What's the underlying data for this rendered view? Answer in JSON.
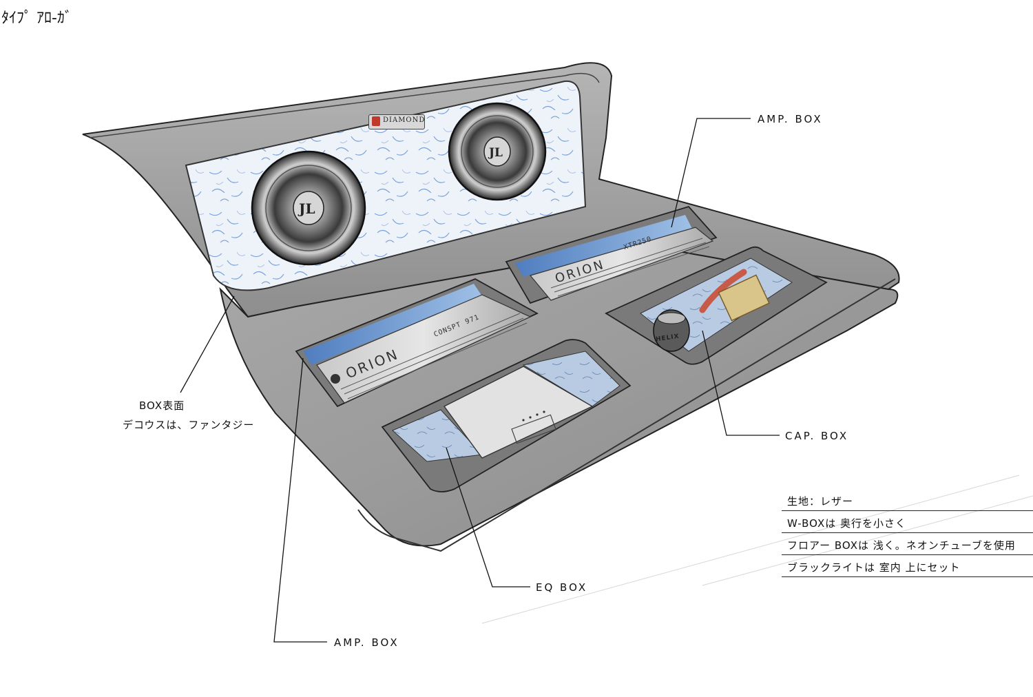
{
  "corner_note": "ﾀｲﾌﾟ ｱﾛ-ｶﾞ",
  "labels": {
    "amp_box_top": "AMP. BOX",
    "box_surface_line1": "BOX表面",
    "box_surface_line2": "デコウスは、ファンタジー",
    "cap_box": "CAP. BOX",
    "eq_box": "EQ BOX",
    "amp_box_bottom": "AMP. BOX"
  },
  "notes": [
    "生地：レザー",
    "W-BOXは 奥行を小さく",
    "フロアー BOXは 浅く。ネオンチューブを使用",
    "ブラックライトは 室内 上にセット"
  ],
  "brands": {
    "badge": "DIAMOND",
    "amp_top_brand": "ORION",
    "amp_top_model": "XTR250",
    "amp_left_brand": "ORION",
    "amp_left_model": "CONSPT 971",
    "cap_brand": "HELIX",
    "sub_logo": "JL"
  },
  "colors": {
    "body_grey": "#9a9a9a",
    "panel_light": "#e8eef6",
    "accent_blue": "#5b86c4",
    "cap_red": "#c85a4a",
    "ink": "#1a1a1a"
  }
}
